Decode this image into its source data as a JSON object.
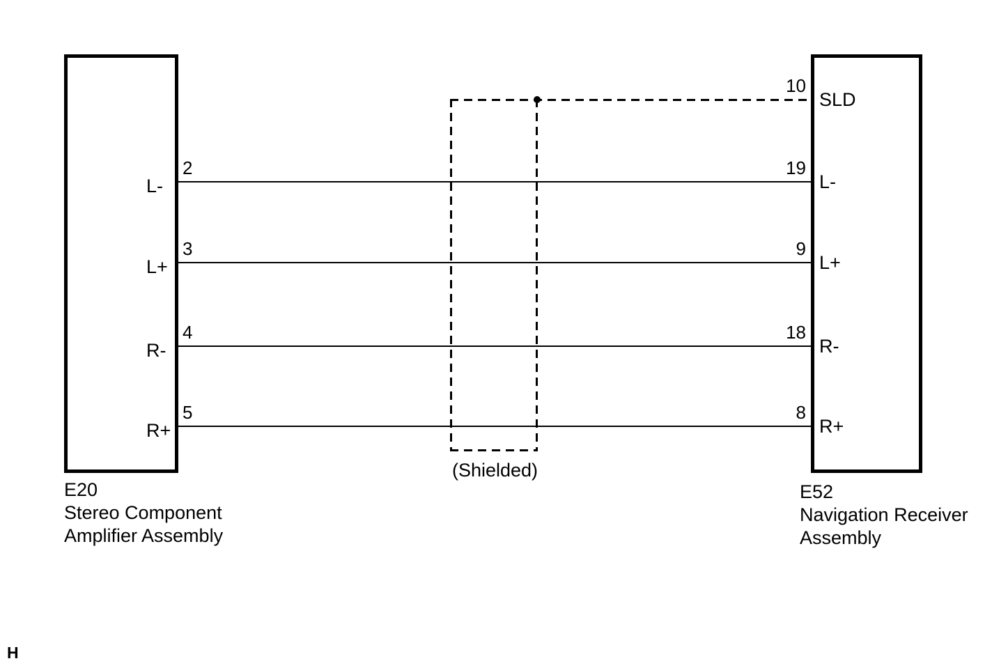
{
  "diagram": {
    "title_hint": "shielded audio wiring between amplifier and navigation receiver",
    "colors": {
      "line": "#000000",
      "background": "#ffffff"
    },
    "shield_label": "(Shielded)",
    "left": {
      "code": "E20",
      "name_line1": "Stereo Component",
      "name_line2": "Amplifier Assembly",
      "pins": [
        {
          "number": "2",
          "label": "L-"
        },
        {
          "number": "3",
          "label": "L+"
        },
        {
          "number": "4",
          "label": "R-"
        },
        {
          "number": "5",
          "label": "R+"
        }
      ]
    },
    "right": {
      "code": "E52",
      "name_line1": "Navigation Receiver",
      "name_line2": "Assembly",
      "shield_pin": {
        "number": "10",
        "label": "SLD"
      },
      "pins": [
        {
          "number": "19",
          "label": "L-"
        },
        {
          "number": "9",
          "label": "L+"
        },
        {
          "number": "18",
          "label": "R-"
        },
        {
          "number": "8",
          "label": "R+"
        }
      ]
    }
  },
  "page": {
    "marker": "H"
  }
}
